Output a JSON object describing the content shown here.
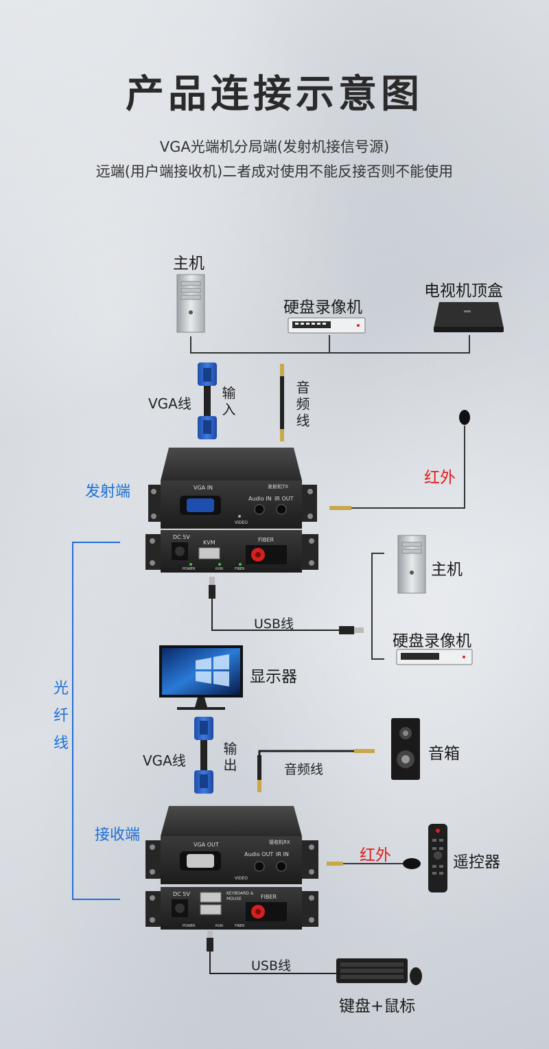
{
  "title": "产品连接示意图",
  "subtitle_line1": "VGA光端机分局端(发射机接信号源)",
  "subtitle_line2": "远端(用户端接收机)二者成对使用不能反接否则不能使用",
  "top_devices": {
    "host": "主机",
    "dvr": "硬盘录像机",
    "settop": "电视机顶盒"
  },
  "tx_side": {
    "vga_cable": "VGA线",
    "input": "输入",
    "audio_cable": "音频线",
    "ir": "红外",
    "label": "发射端",
    "usb_cable": "USB线",
    "usb_host": "主机",
    "usb_dvr": "硬盘录像机"
  },
  "tx_unit": {
    "port_vga": "VGA IN",
    "port_audio": "Audio IN",
    "port_ir": "IR OUT",
    "port_video": "VIDEO",
    "port_dc": "DC 5V",
    "port_kvm": "KVM",
    "port_fiber": "FIBER",
    "led_power": "POWER",
    "led_run": "RUN",
    "led_fiber": "FIBER",
    "tag": "发射机TX"
  },
  "fiber": "光纤线",
  "rx_side": {
    "monitor": "显示器",
    "vga_cable": "VGA线",
    "output": "输出",
    "audio_cable": "音频线",
    "speaker": "音箱",
    "label": "接收端",
    "ir": "红外",
    "remote": "遥控器",
    "usb_cable": "USB线",
    "keyboard_mouse": "键盘+鼠标"
  },
  "rx_unit": {
    "port_vga": "VGA OUT",
    "port_audio": "Audio OUT",
    "port_ir": "IR IN",
    "port_video": "VIDEO",
    "port_dc": "DC 5V",
    "port_km": "KEYBOARD & MOUSE",
    "port_fiber": "FIBER",
    "led_power": "POWER",
    "led_run": "RUN",
    "led_fiber": "FIBER",
    "tag": "接收机RX"
  },
  "colors": {
    "accent_blue": "#1d6fd6",
    "ir_red": "#e01b1b",
    "device_dark": "#2b2b2b",
    "fiber_red": "#d42020"
  }
}
